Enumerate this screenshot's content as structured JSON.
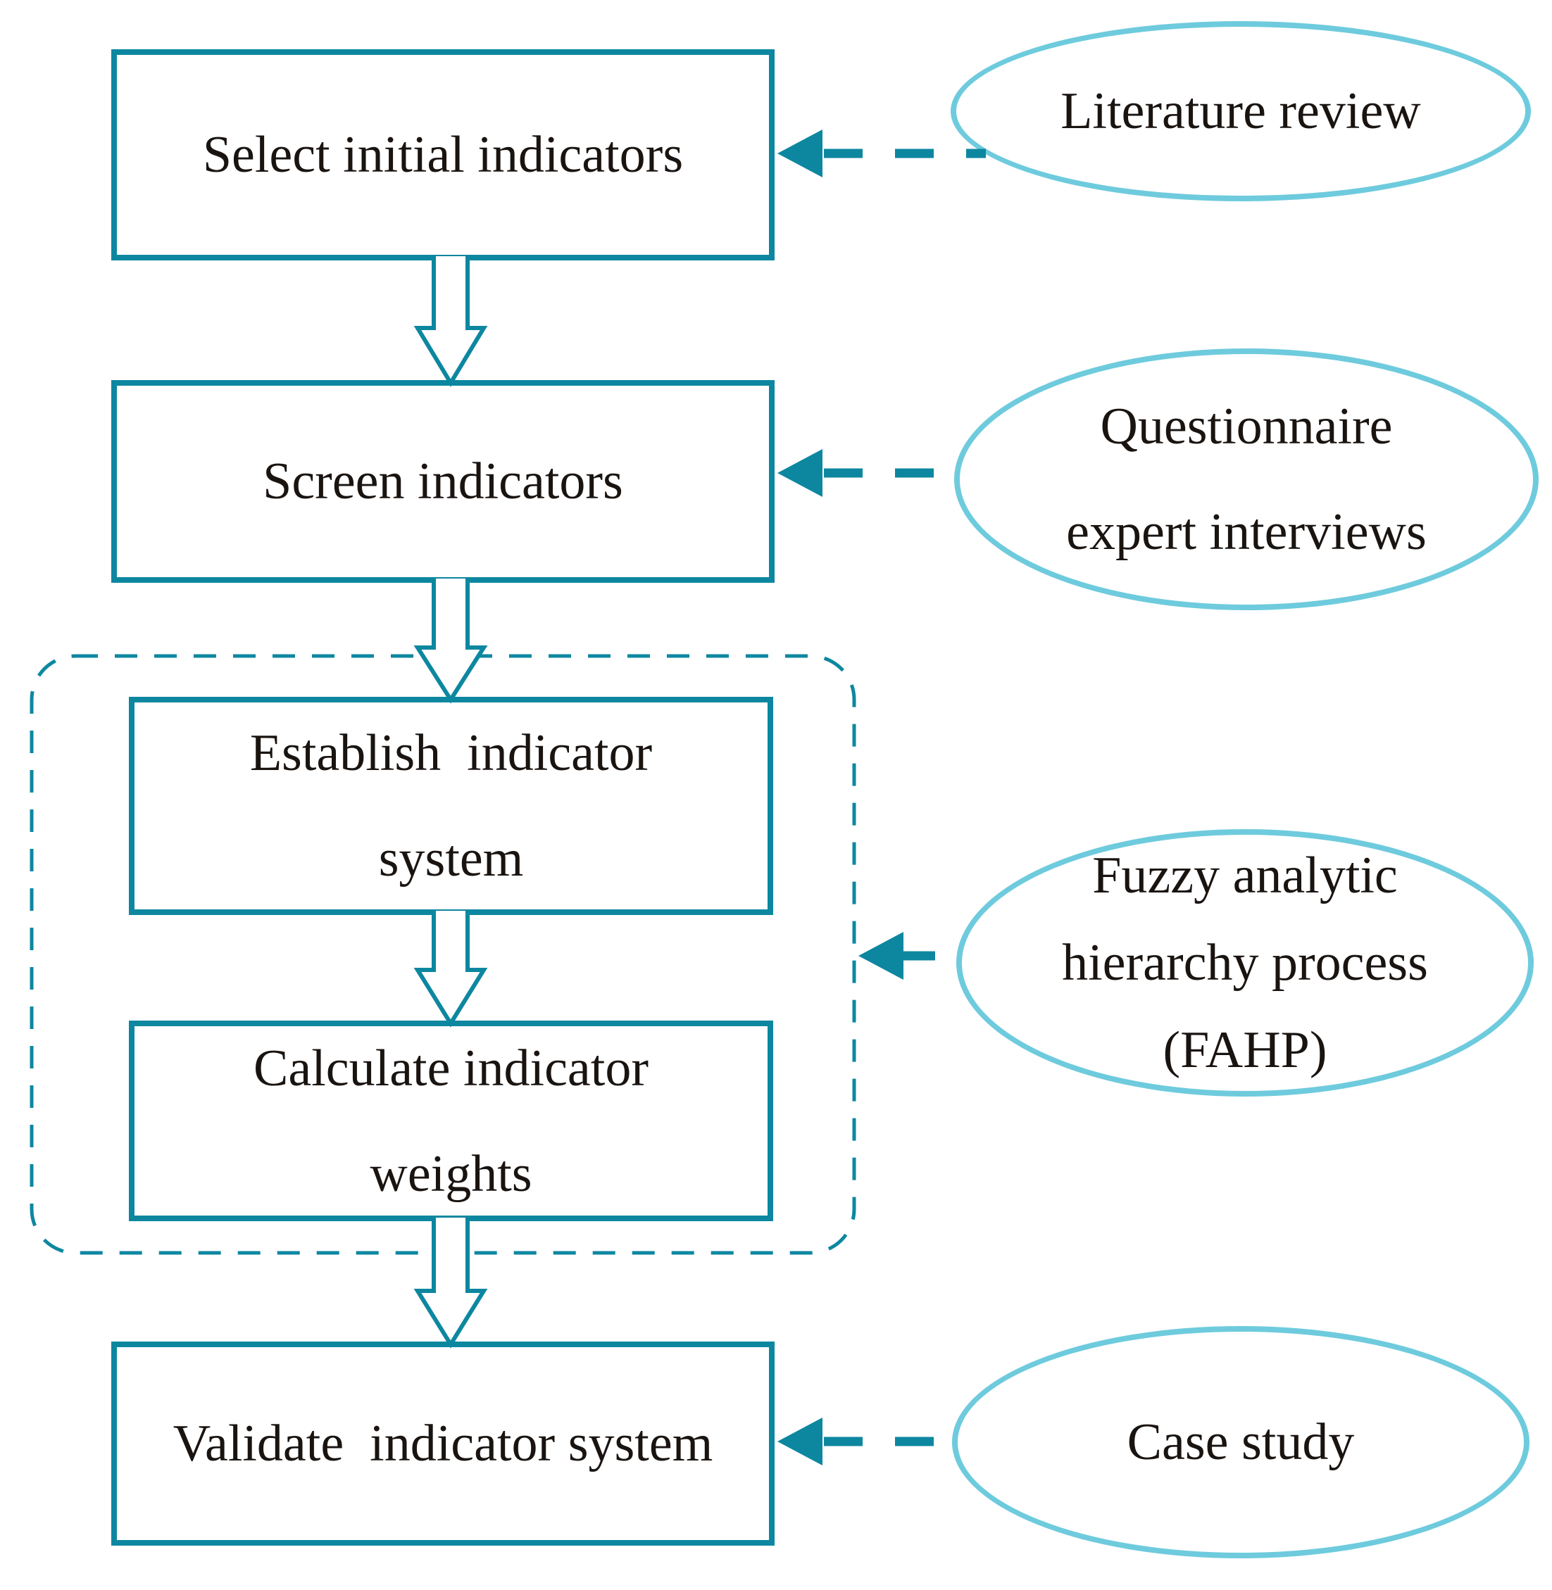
{
  "colors": {
    "teal": "#0d87a0",
    "light_cyan": "#6ecbdd",
    "text": "#1a1411",
    "background": "#ffffff"
  },
  "boxes": {
    "select": {
      "lines": [
        "Select initial indicators"
      ]
    },
    "screen": {
      "lines": [
        "Screen indicators"
      ]
    },
    "establish": {
      "lines": [
        "Establish  indicator",
        "system"
      ]
    },
    "calculate": {
      "lines": [
        "Calculate indicator",
        "weights"
      ]
    },
    "validate": {
      "lines": [
        "Validate  indicator system"
      ]
    }
  },
  "ellipses": {
    "literature": {
      "lines": [
        "Literature review"
      ]
    },
    "questionnaire": {
      "lines": [
        "Questionnaire",
        "expert interviews"
      ]
    },
    "fahp": {
      "lines": [
        "Fuzzy analytic",
        "hierarchy process",
        "(FAHP)"
      ]
    },
    "case_study": {
      "lines": [
        "Case study"
      ]
    }
  }
}
